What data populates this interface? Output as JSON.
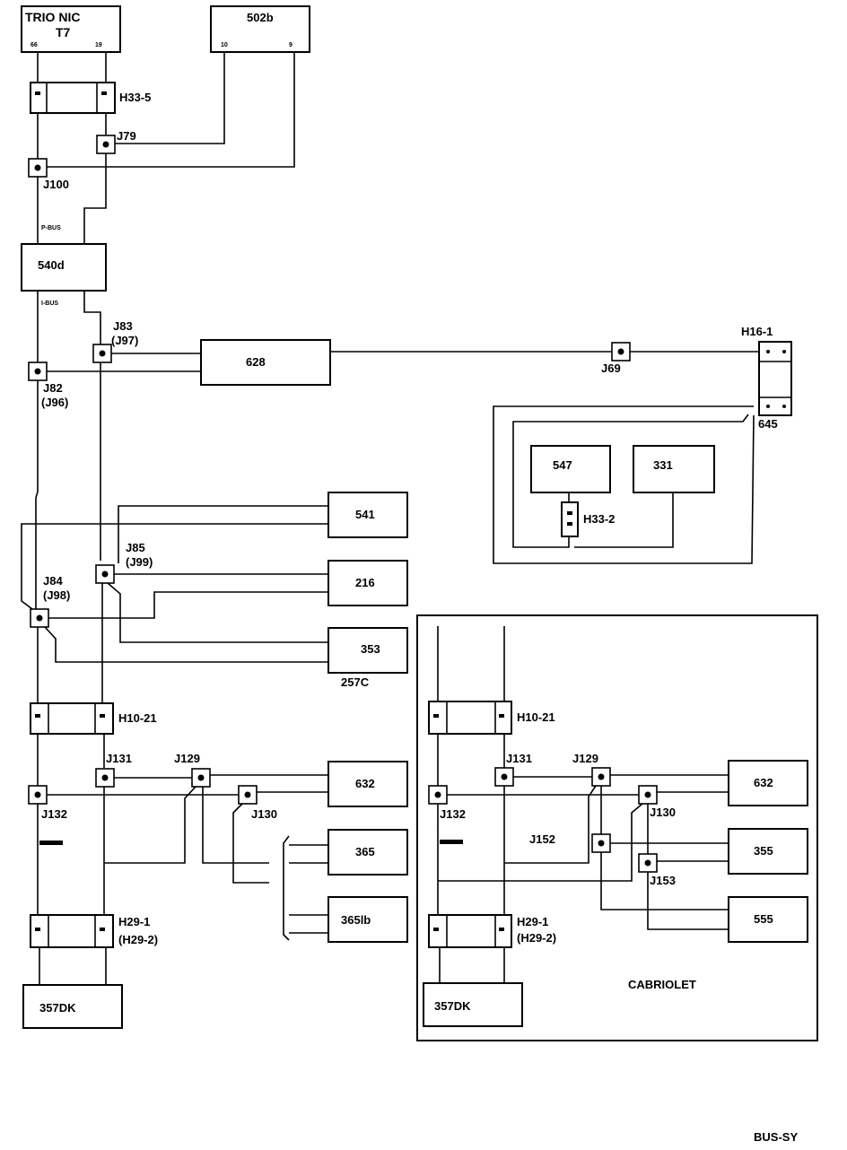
{
  "footer_code": "BUS-SY",
  "boxes": {
    "trionic": {
      "title": "TRIO NIC",
      "subtitle": "T7",
      "pin_left": "66",
      "pin_right": "19"
    },
    "b502": {
      "title": "502b",
      "pin_left": "10",
      "pin_right": "9"
    },
    "b540d": {
      "title": "540d"
    },
    "b628": {
      "title": "628"
    },
    "b547": {
      "title": "547"
    },
    "b331": {
      "title": "331"
    },
    "b541": {
      "title": "541"
    },
    "b216": {
      "title": "216"
    },
    "b353": {
      "title": "353"
    },
    "b632": {
      "title": "632"
    },
    "b365": {
      "title": "365"
    },
    "b365lb": {
      "title": "365lb"
    },
    "b357dk": {
      "title": "357DK"
    },
    "r632": {
      "title": "632"
    },
    "r355": {
      "title": "355"
    },
    "r555": {
      "title": "555"
    },
    "r357dk": {
      "title": "357DK"
    }
  },
  "connectors": {
    "h33_5": "H33-5",
    "h16_1": "H16-1",
    "h33_2": "H33-2",
    "h10_21": "H10-21",
    "h29_1": "H29-1",
    "h29_2": "(H29-2)",
    "r_h10_21": "H10-21",
    "r_h29_1": "H29-1",
    "r_h29_2": "(H29-2)"
  },
  "junctions": {
    "j79": "J79",
    "j100": "J100",
    "j83": "J83",
    "j97": "(J97)",
    "j82": "J82",
    "j96": "(J96)",
    "j69": "J69",
    "j85": "J85",
    "j99": "(J99)",
    "j84": "J84",
    "j98": "(J98)",
    "j131": "J131",
    "j129": "J129",
    "j130": "J130",
    "j132": "J132",
    "r_j131": "J131",
    "r_j129": "J129",
    "r_j130": "J130",
    "r_j132": "J132",
    "r_j152": "J152",
    "r_j153": "J153"
  },
  "misc": {
    "p_bus": "P-BUS",
    "i_bus": "I-BUS",
    "n645": "645",
    "n257c": "257C",
    "cabriolet": "CABRIOLET"
  }
}
